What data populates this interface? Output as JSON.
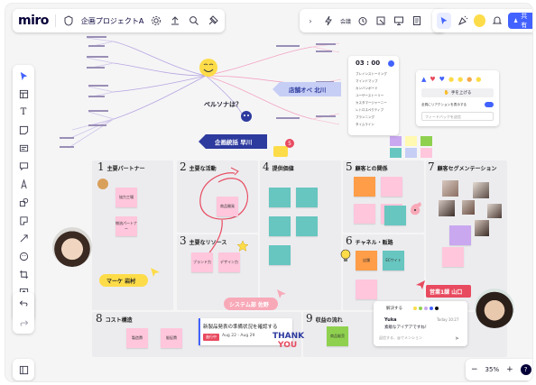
{
  "app": {
    "logo": "miro",
    "board_title": "企画プロジェクトA",
    "share_label": "共有",
    "ai_label": "会議"
  },
  "zoom": {
    "level": "35%",
    "minus": "−",
    "plus": "+",
    "help": "?"
  },
  "timer": {
    "time": "03 : 00",
    "items": [
      "ブレインストーミング",
      "マインドマップ",
      "カンバンボード",
      "ユーザーストーリー",
      "カスタマージャーニー",
      "レトロスペクティブ",
      "プランニング",
      "タイムライン"
    ]
  },
  "reactions": {
    "raise_hand": "手を上げる",
    "toggle_label": "全員にリアクションを表示する",
    "feedback_placeholder": "フィードバックを送信"
  },
  "mindmap": {
    "center": "ペルソナは？",
    "label_ops": "店舗オペ 北川",
    "label_plan": "企画統括 早川"
  },
  "sections": [
    {
      "num": "1",
      "title": "主要パートナー"
    },
    {
      "num": "2",
      "title": "主要な活動"
    },
    {
      "num": "3",
      "title": "主要なリソース"
    },
    {
      "num": "4",
      "title": "提供価値"
    },
    {
      "num": "5",
      "title": "顧客との関係"
    },
    {
      "num": "6",
      "title": "チャネル・販路"
    },
    {
      "num": "7",
      "title": "顧客セグメンテーション"
    },
    {
      "num": "8",
      "title": "コスト構造"
    },
    {
      "num": "9",
      "title": "収益の流れ"
    }
  ],
  "stickies": {
    "s1a": "協力工場",
    "s1b": "物流パートナー",
    "s2a": "商品開発",
    "s3a": "ブランド力",
    "s3b": "デザイン力",
    "s5a": "",
    "s6a": "店舗",
    "s6b": "ECサイト",
    "s8a": "製造費",
    "s8b": "販促費",
    "s9a": "商品販売"
  },
  "tags": {
    "marketing": "マーケ 岩村",
    "system": "システム部 佐野",
    "sales": "営業1課 山口"
  },
  "card": {
    "title": "新製品発表の準備状況を確認する",
    "date": "Aug 22 - Aug 29",
    "status": "進行中"
  },
  "thank_you": [
    "THANK",
    "YOU"
  ],
  "comment": {
    "resolve": "解決する",
    "author": "Yuka",
    "date": "Today 10:27",
    "text": "素敵なアイデアですね！",
    "reply_placeholder": "返信する、@でメンション"
  },
  "badge_count": "5",
  "colors": {
    "accent": "#4262ff",
    "navy": "#2d3a9e",
    "yellow_tag": "#fddc49",
    "pink_tag": "#f8a9b8",
    "red_tag": "#e84a5f"
  }
}
